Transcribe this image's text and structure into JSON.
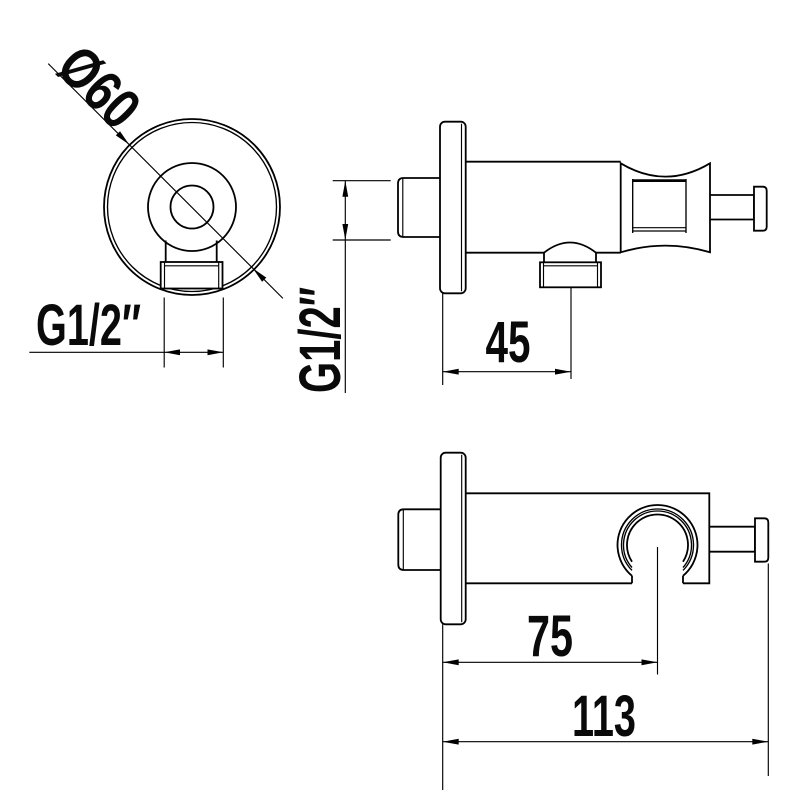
{
  "page": {
    "background": "#ffffff",
    "line_color": "#000000"
  },
  "views": {
    "front": {
      "diameter": "Ø60",
      "thread": "G1/2″"
    },
    "side": {
      "thread": "G1/2″",
      "wall_to_outlet": "45"
    },
    "top": {
      "wall_to_holder": "75",
      "overall_length": "113"
    }
  }
}
